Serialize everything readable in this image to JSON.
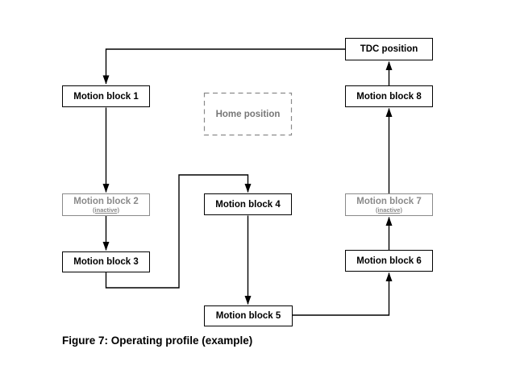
{
  "figure": {
    "caption": "Figure 7: Operating profile (example)"
  },
  "diagram": {
    "nodes": {
      "tdc": {
        "label": "TDC position"
      },
      "home": {
        "label": "Home position"
      },
      "mb1": {
        "label": "Motion block 1"
      },
      "mb2": {
        "label": "Motion block 2",
        "sublabel": "(inactive)"
      },
      "mb3": {
        "label": "Motion block 3"
      },
      "mb4": {
        "label": "Motion block 4"
      },
      "mb5": {
        "label": "Motion block 5"
      },
      "mb6": {
        "label": "Motion block 6"
      },
      "mb7": {
        "label": "Motion block 7",
        "sublabel": "(inactive)"
      },
      "mb8": {
        "label": "Motion block 8"
      }
    },
    "edges": [
      {
        "from": "tdc",
        "to": "mb1"
      },
      {
        "from": "mb1",
        "to": "mb2"
      },
      {
        "from": "mb2",
        "to": "mb3"
      },
      {
        "from": "mb3",
        "to": "mb4"
      },
      {
        "from": "mb4",
        "to": "mb5"
      },
      {
        "from": "mb5",
        "to": "mb6"
      },
      {
        "from": "mb6",
        "to": "mb7"
      },
      {
        "from": "mb7",
        "to": "mb8"
      },
      {
        "from": "mb8",
        "to": "tdc"
      }
    ],
    "colors": {
      "active_border": "#000000",
      "active_text": "#000000",
      "inactive_gray": "#8a8a8a",
      "home_text_gray": "#777777",
      "line": "#000000",
      "background": "#ffffff"
    }
  }
}
